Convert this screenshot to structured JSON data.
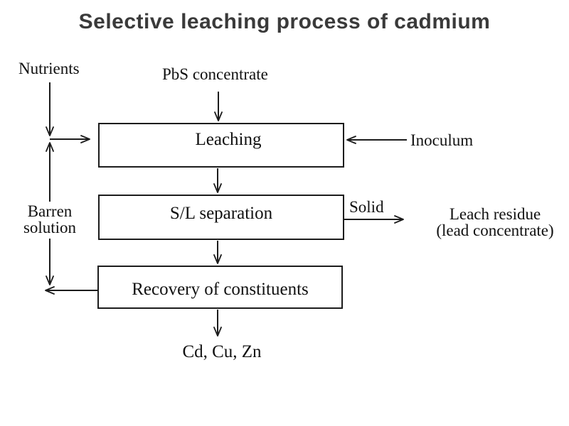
{
  "title": "Selective leaching process of cadmium",
  "boxes": {
    "leaching": "Leaching",
    "sl_separation": "S/L separation",
    "recovery": "Recovery of constituents"
  },
  "labels": {
    "nutrients": "Nutrients",
    "pbs_concentrate": "PbS concentrate",
    "inoculum": "Inoculum",
    "barren_solution": "Barren\nsolution",
    "solid": "Solid",
    "leach_residue": "Leach residue\n(lead concentrate)",
    "products": "Cd, Cu, Zn"
  },
  "colors": {
    "background": "#ffffff",
    "line": "#1c1c1c",
    "text": "#111111",
    "title": "#3a3a3a"
  }
}
